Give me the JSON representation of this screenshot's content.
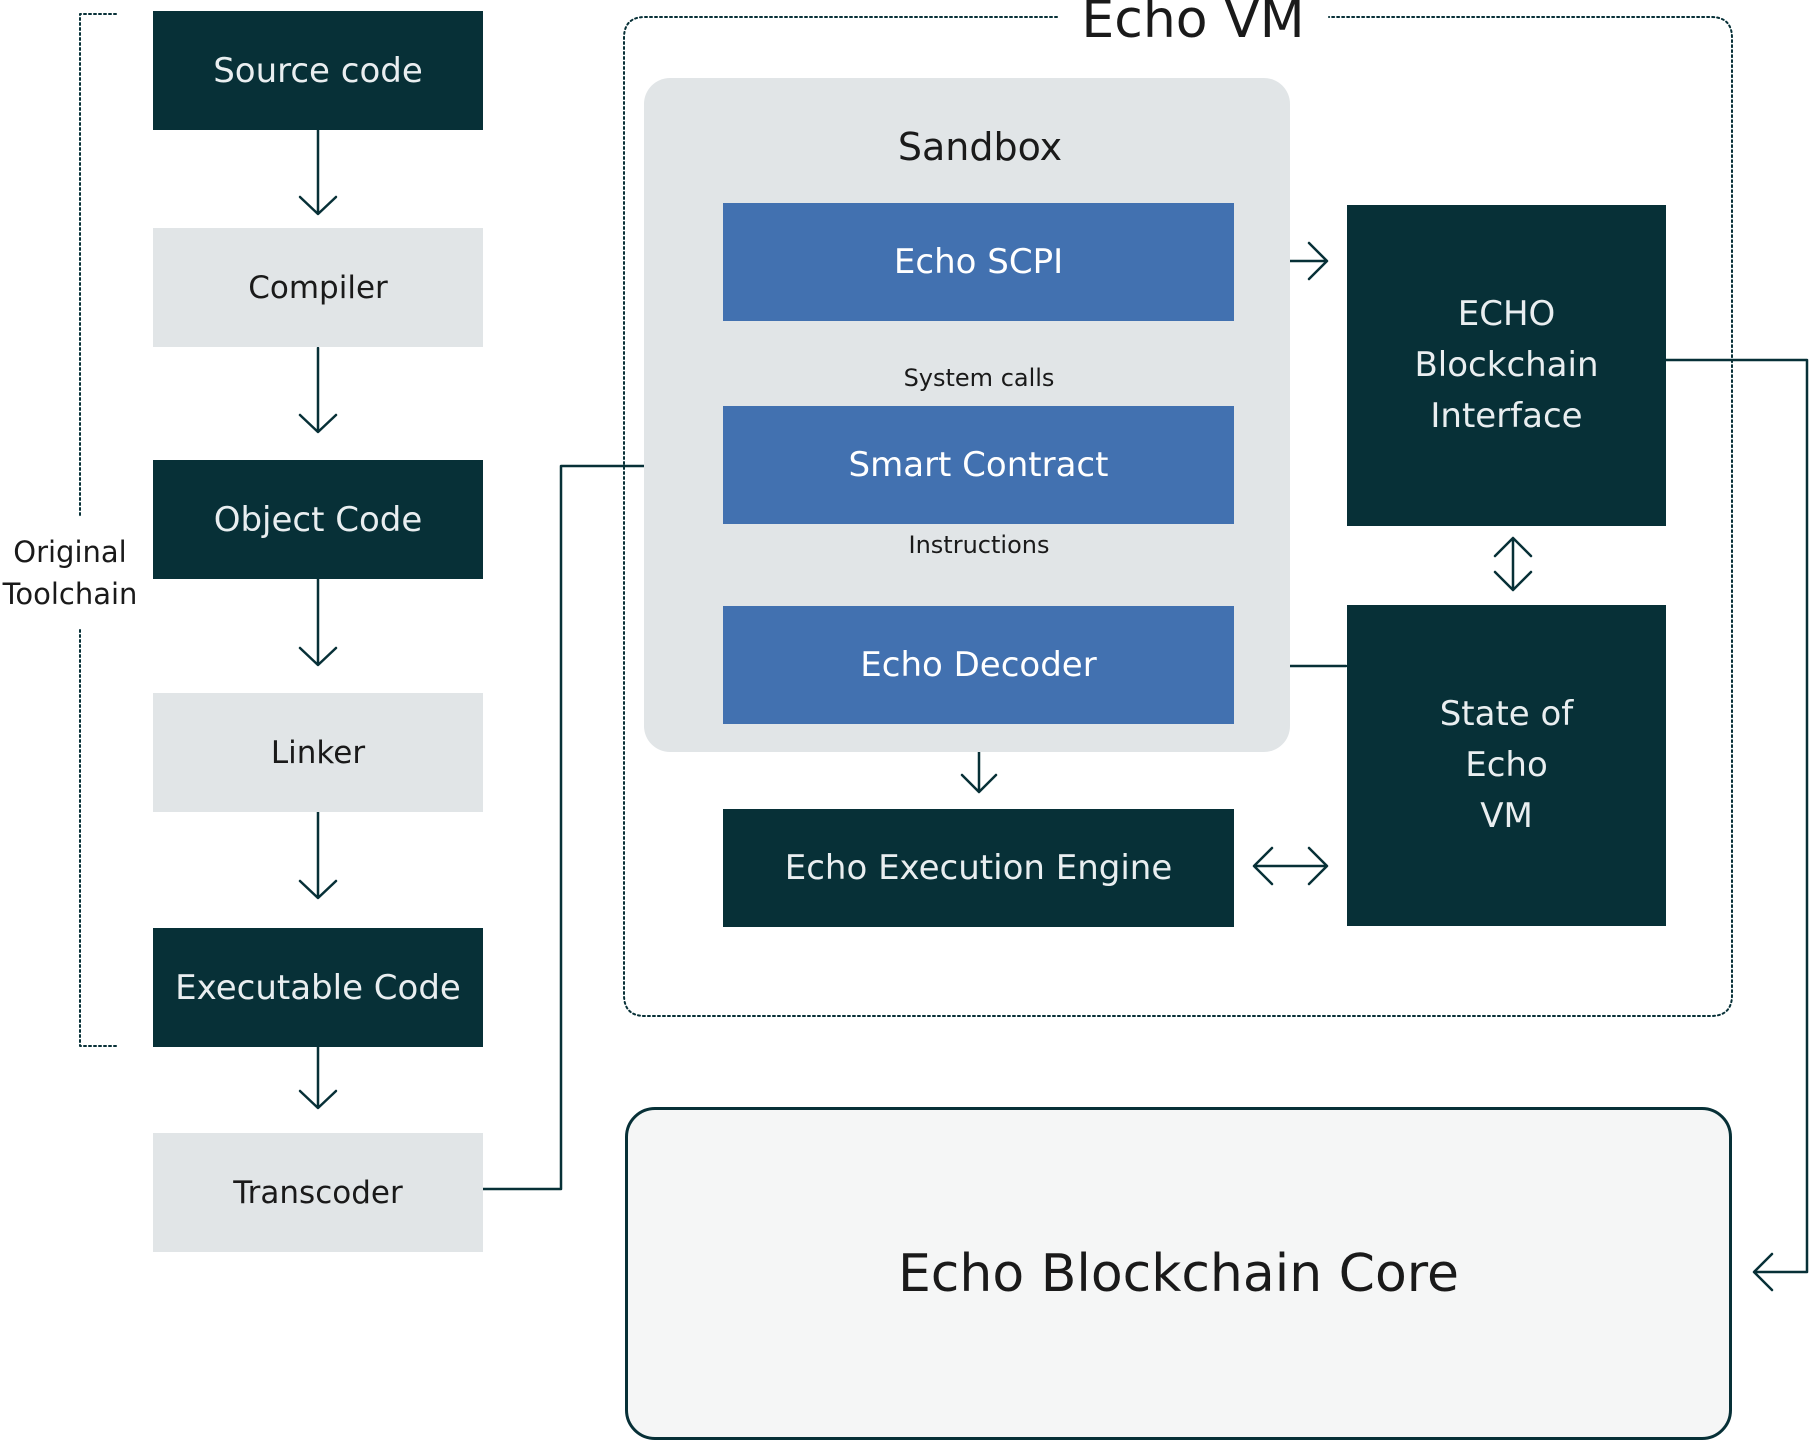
{
  "toolchain": {
    "label": "Original\nToolchain",
    "steps": [
      {
        "label": "Source code",
        "style": "dark"
      },
      {
        "label": "Compiler",
        "style": "light"
      },
      {
        "label": "Object Code",
        "style": "dark"
      },
      {
        "label": "Linker",
        "style": "light"
      },
      {
        "label": "Executable Code",
        "style": "dark"
      },
      {
        "label": "Transcoder",
        "style": "light"
      }
    ]
  },
  "echo_vm": {
    "title": "Echo VM",
    "sandbox": {
      "title": "Sandbox",
      "scpi": "Echo SCPI",
      "smart_contract": "Smart Contract",
      "decoder": "Echo Decoder",
      "system_calls_label": "System calls",
      "instructions_label": "Instructions"
    },
    "execution_engine": "Echo Execution Engine",
    "blockchain_interface": "ECHO\nBlockchain\nInterface",
    "state": "State of\nEcho\nVM"
  },
  "core": {
    "label": "Echo Blockchain Core"
  },
  "colors": {
    "dark": "#073037",
    "light": "#e1e5e7",
    "blue": "#4271b0",
    "line": "#073037"
  }
}
